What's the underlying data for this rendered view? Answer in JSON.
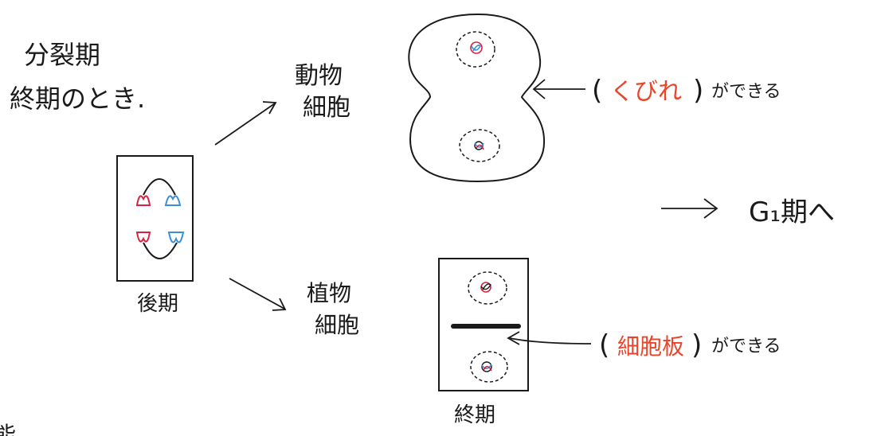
{
  "title": {
    "line1": "分裂期",
    "line2": "終期のとき."
  },
  "labels": {
    "animal_cell": [
      "動物",
      "細胞"
    ],
    "plant_cell": [
      "植物",
      "細胞"
    ],
    "anaphase": "後期",
    "telophase": "終期",
    "next_phase": "G₁期へ",
    "cut_off_label": "能"
  },
  "blanks": {
    "animal": {
      "open": "(",
      "answer": "くびれ",
      "close": ")",
      "suffix": "ができる"
    },
    "plant": {
      "open": "(",
      "answer": "細胞板",
      "close": ")",
      "suffix": "ができる"
    }
  },
  "colors": {
    "ink": "#1a1a1a",
    "answer": "#e8452a",
    "chromosome_red": "#d8243f",
    "chromosome_blue": "#3a8fd6"
  }
}
